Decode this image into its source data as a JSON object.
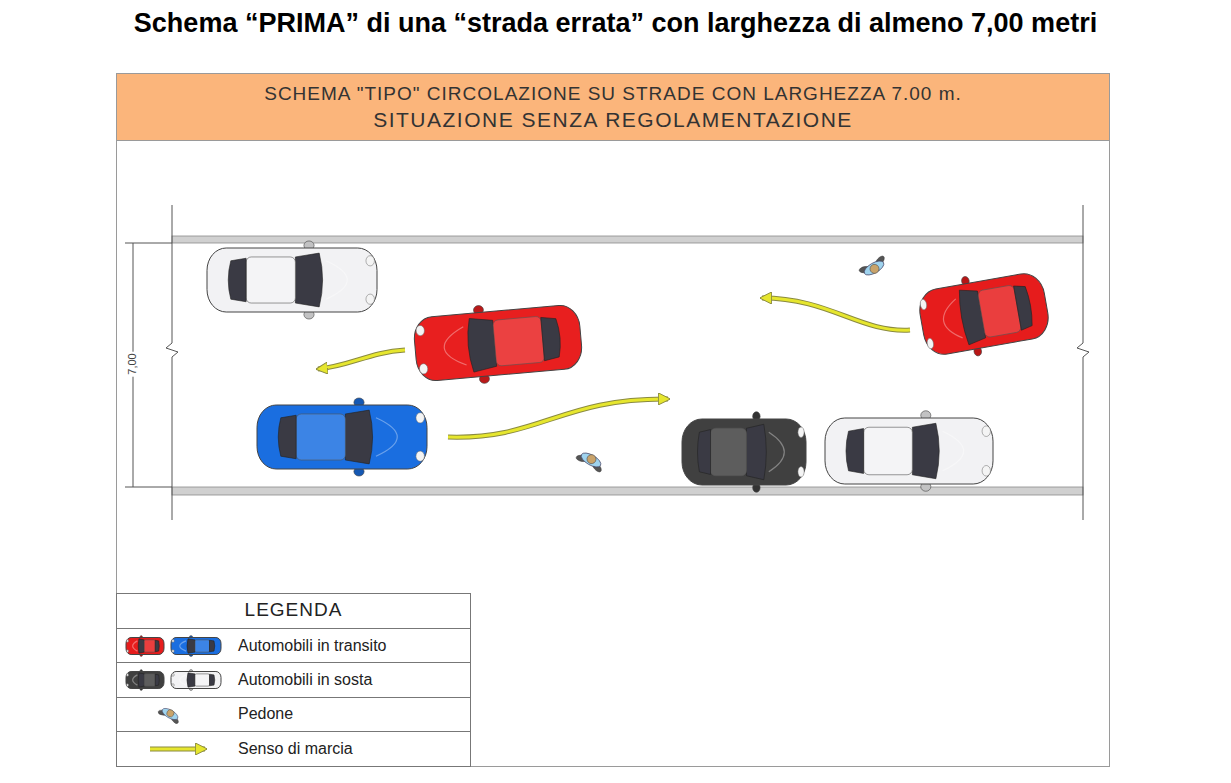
{
  "diagram": {
    "title": "Schema “PRIMA” di una “strada errata” con larghezza di almeno 7,00 metri",
    "nodes": [
      {
        "text": [
          "SCHEMA \"TIPO\" CIRCOLAZIONE SU STRADE CON LARGHEZZA 7.00 m.",
          "SITUAZIONE SENZA REGOLAMENTAZIONE"
        ]
      }
    ],
    "labels": [
      "7,00",
      "LEGENDA"
    ],
    "legend": [
      {
        "text": "Automobili in transito"
      },
      {
        "text": "Automobili in sosta"
      },
      {
        "text": "Pedone"
      },
      {
        "text": "Senso di marcia"
      }
    ]
  }
}
